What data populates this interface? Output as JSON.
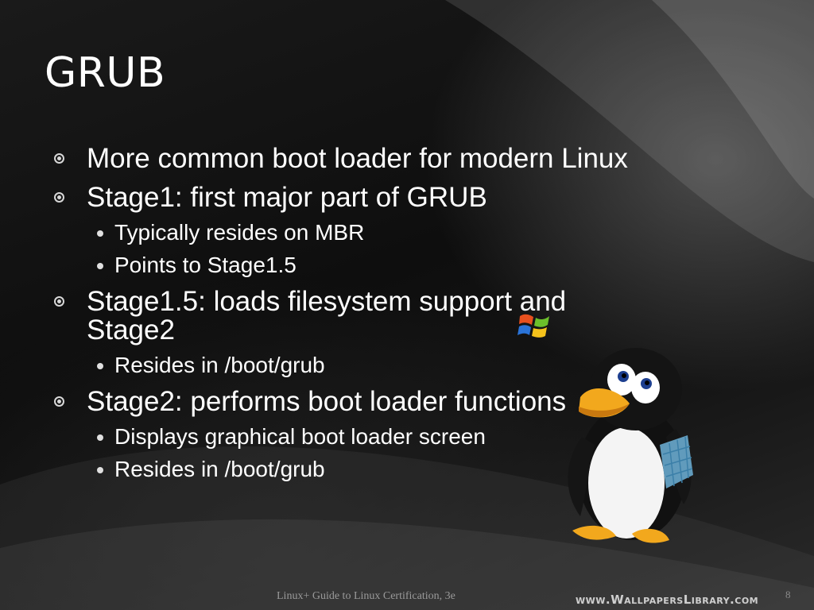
{
  "slide": {
    "title": "GRUB",
    "bullets": [
      {
        "text": "More common boot loader for modern Linux",
        "sub": []
      },
      {
        "text": "Stage1: first major part of GRUB",
        "sub": [
          "Typically resides on MBR",
          "Points to Stage1.5"
        ]
      },
      {
        "text": "Stage1.5: loads filesystem support and Stage2",
        "sub": [
          "Resides in /boot/grub"
        ]
      },
      {
        "text": "Stage2: performs boot loader functions",
        "sub": [
          "Displays graphical boot loader screen",
          "Resides in /boot/grub"
        ]
      }
    ],
    "footer": "Linux+ Guide to Linux Certification, 3e",
    "page_number": "8",
    "watermark": "www.WallpapersLibrary.com"
  },
  "colors": {
    "background": "#0e0e0e",
    "text": "#ffffff",
    "footer_text": "#9a9a9a",
    "penguin_beak": "#f2a81d"
  },
  "icons": {
    "level1_bullet": "circled-dot-icon",
    "level2_bullet": "round-bullet-icon",
    "mascot": "tux-penguin-icon",
    "logo": "windows-flag-icon"
  }
}
